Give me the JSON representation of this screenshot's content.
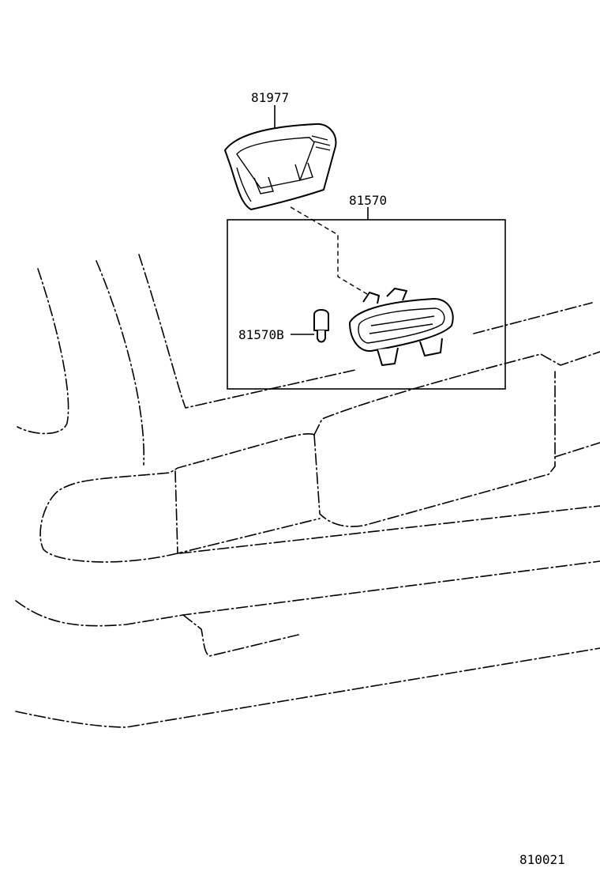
{
  "labels": {
    "cover": "81977",
    "lamp_assy": "81570",
    "bulb": "81570B",
    "figure_code": "810021"
  }
}
